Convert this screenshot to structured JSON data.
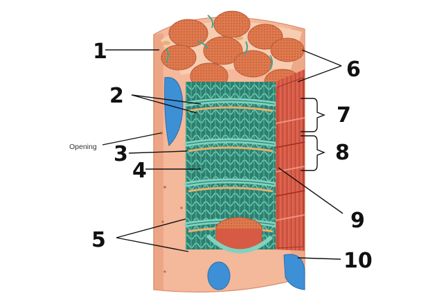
{
  "diagram": {
    "number_labels": [
      "1",
      "2",
      "3",
      "4",
      "5",
      "6",
      "7",
      "8",
      "9",
      "10"
    ],
    "text_labels": {
      "opening": "Opening"
    },
    "colors": {
      "sarcolemma": "#f4b89a",
      "sarcolemma_shade": "#e89a78",
      "myofibril_end": "#e07a4e",
      "myofibril_side": "#c94a3a",
      "reticulum": "#3fa692",
      "t_tubule": "#7fd3c0",
      "nucleus": "#3d8fd6",
      "mitochondrion": "#e8b070",
      "line": "#111111"
    }
  }
}
